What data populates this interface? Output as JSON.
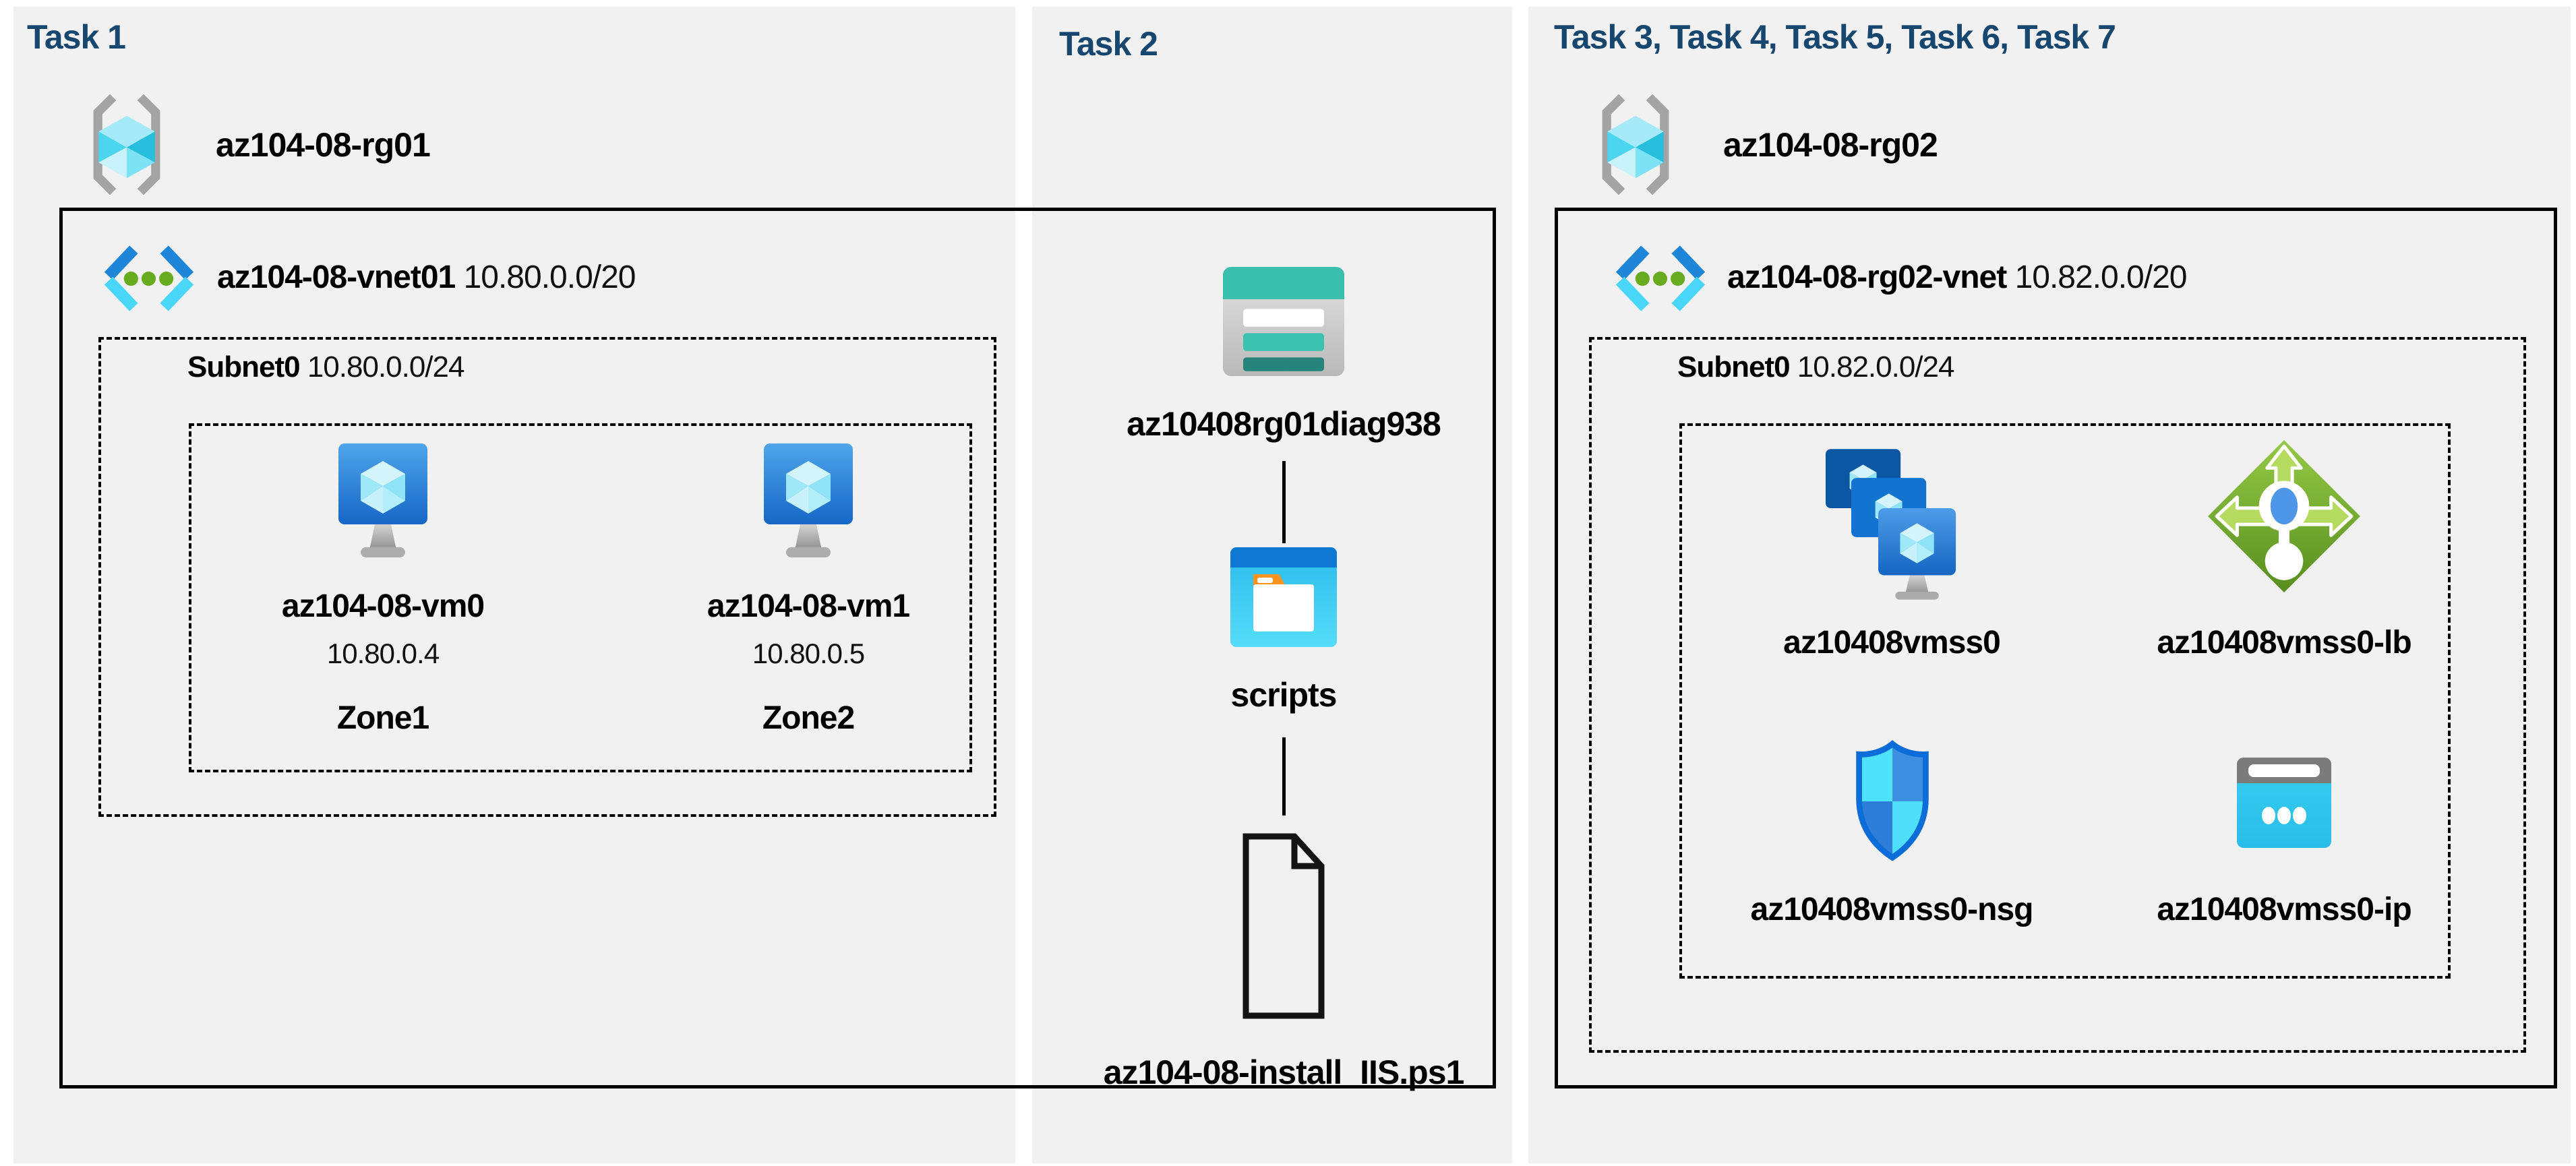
{
  "task1": {
    "title": "Task 1",
    "resource_group": "az104-08-rg01",
    "vnet": {
      "name": "az104-08-vnet01",
      "cidr": "10.80.0.0/20"
    },
    "subnet": {
      "name": "Subnet0",
      "cidr": "10.80.0.0/24"
    },
    "vms": [
      {
        "name": "az104-08-vm0",
        "ip": "10.80.0.4",
        "zone": "Zone1"
      },
      {
        "name": "az104-08-vm1",
        "ip": "10.80.0.5",
        "zone": "Zone2"
      }
    ]
  },
  "task2": {
    "title": "Task 2",
    "storage_account": "az10408rg01diag938",
    "container": "scripts",
    "script_file": "az104-08-install_IIS.ps1"
  },
  "task3": {
    "title": "Task 3, Task 4, Task 5, Task 6, Task 7",
    "resource_group": "az104-08-rg02",
    "vnet": {
      "name": "az104-08-rg02-vnet",
      "cidr": "10.82.0.0/20"
    },
    "subnet": {
      "name": "Subnet0",
      "cidr": "10.82.0.0/24"
    },
    "vmss": "az10408vmss0",
    "load_balancer": "az10408vmss0-lb",
    "nsg": "az10408vmss0-nsg",
    "public_ip": "az10408vmss0-ip"
  },
  "colors": {
    "header_text": "#17476F",
    "panel_bg": "#F1F1F2",
    "boundary_line": "#000000",
    "vnet_blue": "#1E86D8",
    "vnet_cyan": "#4AD6F8",
    "vnet_dot_green": "#67AB1E",
    "vm_screen_blue": "#1E6FC8",
    "storage_teal": "#3ABFAE",
    "storage_dark_teal": "#26837B",
    "container_header_blue": "#0F78D3",
    "container_body_cyan": "#3FD0F4",
    "folder_tab_orange": "#F6941F",
    "lb_green": "#74AC31",
    "nsg_border_blue": "#0C6CD8",
    "nsg_light_cyan": "#4FE2FD",
    "public_ip_cyan": "#30C9EF",
    "public_ip_gray": "#7B7B7B",
    "rg_bracket_gray": "#A4A4A4"
  }
}
